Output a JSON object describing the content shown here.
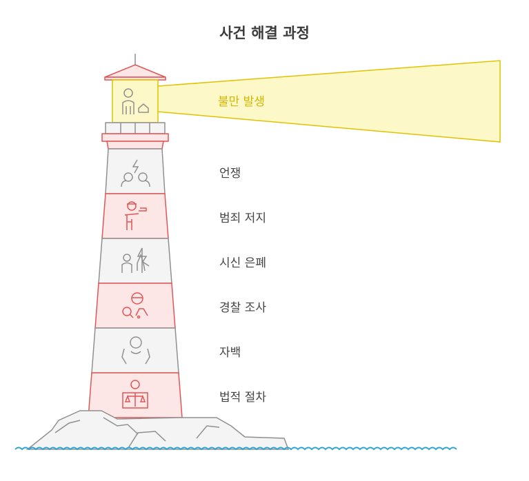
{
  "title": "사건 해결 과정",
  "light_label": "불만 발생",
  "stages": [
    {
      "label": "언쟁",
      "icon": "argument-icon",
      "style": "gray"
    },
    {
      "label": "범죄 저지",
      "icon": "shooter-icon",
      "style": "red"
    },
    {
      "label": "시신 은폐",
      "icon": "forest-hide-icon",
      "style": "gray"
    },
    {
      "label": "경찰 조사",
      "icon": "police-investigation-icon",
      "style": "red"
    },
    {
      "label": "자백",
      "icon": "confession-icon",
      "style": "gray"
    },
    {
      "label": "법적 절차",
      "icon": "legal-scales-icon",
      "style": "red"
    }
  ],
  "colors": {
    "red_stroke": "#e05555",
    "red_fill": "#fde6e6",
    "gray_stroke": "#8f8f8f",
    "gray_fill": "#f4f4f4",
    "light_fill": "#fdf8c8",
    "light_stroke": "#e2c100",
    "water": "#2aa6d6"
  }
}
